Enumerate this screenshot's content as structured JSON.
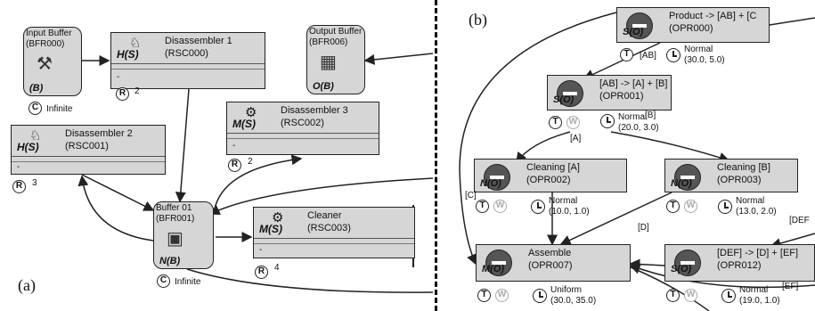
{
  "panel_a": {
    "panel_label": "(a)",
    "input_buffer": {
      "label": "Input Buffer",
      "code": "(BFR000)",
      "type": "(B)",
      "resource_badge": "C",
      "capacity": "Infinite"
    },
    "output_buffer": {
      "label": "Output Buffer",
      "code": "(BFR006)",
      "type": "O(B)"
    },
    "buffer01": {
      "label": "Buffer 01",
      "code": "(BFR001)",
      "type": "N(B)",
      "resource_badge": "C",
      "capacity": "Infinite"
    },
    "disassembler1": {
      "label": "Disassembler 1",
      "code": "(RSC000)",
      "type": "H(S)",
      "badge": "R",
      "count": "2",
      "sub": "-"
    },
    "disassembler2": {
      "label": "Disassembler 2",
      "code": "(RSC001)",
      "type": "H(S)",
      "badge": "R",
      "count": "3",
      "sub": "-"
    },
    "disassembler3": {
      "label": "Disassembler 3",
      "code": "(RSC002)",
      "type": "M(S)",
      "badge": "R",
      "count": "2",
      "sub": "-"
    },
    "cleaner": {
      "label": "Cleaner",
      "code": "(RSC003)",
      "type": "M(S)",
      "badge": "R",
      "count": "4",
      "sub": "-"
    }
  },
  "panel_b": {
    "panel_label": "(b)",
    "operations": [
      {
        "id": "opr000",
        "label": "Product -> [AB] + [C",
        "code": "(OPR000)",
        "type": "S(O)",
        "dist": "Normal",
        "params": "(30.0, 5.0)"
      },
      {
        "id": "opr001",
        "label": "[AB] -> [A] + [B]",
        "code": "(OPR001)",
        "type": "S(O)",
        "dist": "Normal",
        "params": "(20.0, 3.0)"
      },
      {
        "id": "opr002",
        "label": "Cleaning [A]",
        "code": "(OPR002)",
        "type": "N(O)",
        "dist": "Normal",
        "params": "(10.0, 1.0)"
      },
      {
        "id": "opr003",
        "label": "Cleaning [B]",
        "code": "(OPR003)",
        "type": "N(O)",
        "dist": "Normal",
        "params": "(13.0, 2.0)"
      },
      {
        "id": "opr007",
        "label": "Assemble",
        "code": "(OPR007)",
        "type": "M(O)",
        "dist": "Uniform",
        "params": "(30.0, 35.0)"
      },
      {
        "id": "opr012",
        "label": "[DEF] -> [D] + [EF]",
        "code": "(OPR012)",
        "type": "S(O)",
        "dist": "Normal",
        "params": "(19.0, 1.0)"
      }
    ],
    "badges": {
      "t": "T",
      "w": "W"
    },
    "edge_labels": {
      "ab": "[AB]",
      "a": "[A]",
      "b_overlap": "[B]",
      "c": "[C]",
      "d": "[D]",
      "def": "[DEF",
      "ef": "[EF]"
    }
  }
}
